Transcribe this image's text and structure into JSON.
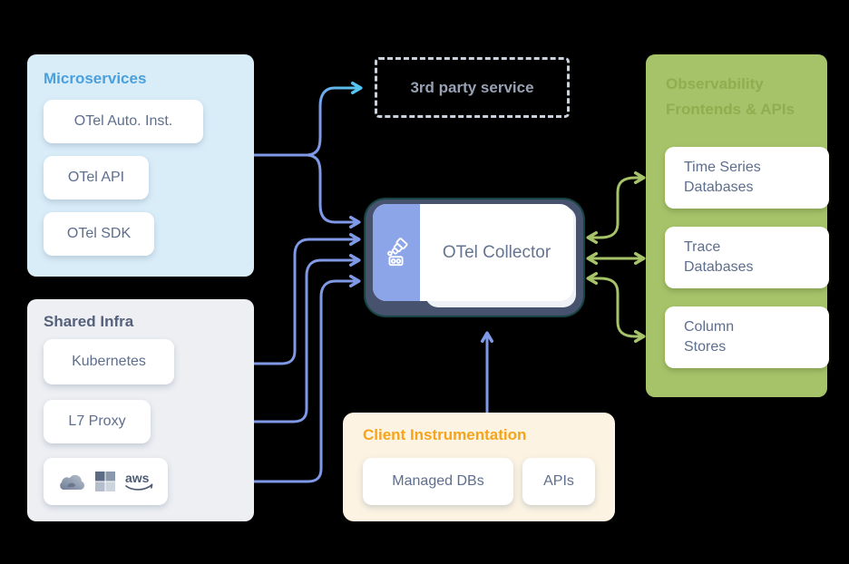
{
  "diagram": {
    "microservices": {
      "title": "Microservices",
      "items": [
        "OTel Auto. Inst.",
        "OTel API",
        "OTel SDK"
      ]
    },
    "shared_infra": {
      "title": "Shared Infra",
      "items": [
        "Kubernetes",
        "L7 Proxy"
      ],
      "cloud_logos": [
        "google-cloud-icon",
        "microsoft-icon",
        "aws-icon"
      ],
      "aws_label": "aws"
    },
    "third_party": {
      "label": "3rd party service"
    },
    "collector": {
      "label": "OTel Collector",
      "icon": "telescope-collector-icon"
    },
    "observability": {
      "title_line1": "Observability",
      "title_line2": "Frontends & APIs",
      "items": [
        {
          "line1": "Time Series",
          "line2": "Databases"
        },
        {
          "line1": "Trace",
          "line2": "Databases"
        },
        {
          "line1": "Column",
          "line2": "Stores"
        }
      ]
    },
    "client_instrumentation": {
      "title": "Client Instrumentation",
      "items": [
        "Managed DBs",
        "APIs"
      ]
    },
    "colors": {
      "microservices_bg": "#D9EDF9",
      "microservices_title": "#4AA0DC",
      "shared_infra_bg": "#EDEFF3",
      "shared_infra_title": "#55617B",
      "observability_bg": "#A7C369",
      "observability_title": "#8FAE4F",
      "client_bg": "#FCF3E2",
      "client_title": "#F5A41B",
      "card_text": "#5E6E8E",
      "arrow_blue": "#7F99E6",
      "arrow_cyan": "#55C4F0",
      "arrow_green": "#A7C369",
      "collector_frame": "#47536E",
      "collector_strip": "#8CA4E8",
      "collector_text": "#66758F",
      "dashed_border": "#C9D2DE",
      "third_party_text": "#99A2B4"
    }
  }
}
